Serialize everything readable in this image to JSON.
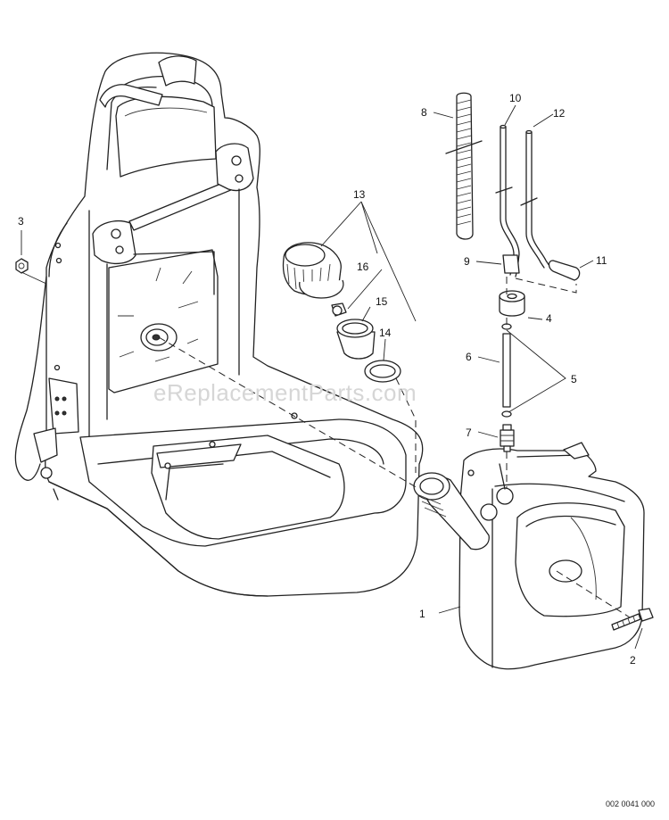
{
  "watermark": "eReplacementParts.com",
  "document_id": "002 0041 000",
  "callouts": {
    "c1": "1",
    "c2": "2",
    "c3": "3",
    "c4": "4",
    "c5": "5",
    "c6": "6",
    "c7": "7",
    "c8": "8",
    "c9": "9",
    "c10": "10",
    "c11": "11",
    "c12": "12",
    "c13": "13",
    "c14": "14",
    "c15": "15",
    "c16": "16"
  }
}
